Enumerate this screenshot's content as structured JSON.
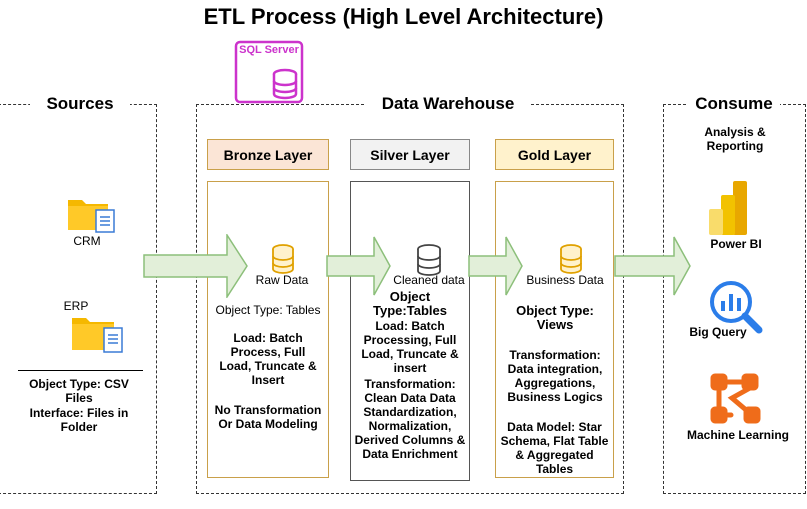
{
  "title": "ETL Process (High Level Architecture)",
  "sql_server_label": "SQL Server",
  "sources": {
    "title": "Sources",
    "crm": "CRM",
    "erp": "ERP",
    "object_type": "Object Type: CSV Files",
    "interface": "Interface: Files in Folder"
  },
  "warehouse": {
    "title": "Data Warehouse",
    "bronze": {
      "header": "Bronze Layer",
      "db_label": "Raw Data",
      "object_type": "Object Type: Tables",
      "load": "Load: Batch Process, Full Load, Truncate & Insert",
      "transformation": "No Transformation Or Data Modeling"
    },
    "silver": {
      "header": "Silver Layer",
      "db_label": "Cleaned data",
      "object_type": "Object Type:Tables",
      "load": "Load: Batch Processing, Full Load, Truncate & insert",
      "transformation": "Transformation: Clean Data Data Standardization, Normalization, Derived Columns & Data Enrichment"
    },
    "gold": {
      "header": "Gold Layer",
      "db_label": "Business Data",
      "object_type": "Object Type: Views",
      "transformation": "Transformation: Data integration, Aggregations, Business Logics",
      "data_model": "Data Model: Star Schema, Flat Table & Aggregated Tables"
    }
  },
  "consume": {
    "title": "Consume",
    "analysis": "Analysis & Reporting",
    "power_bi": "Power BI",
    "big_query": "Big Query",
    "ml": "Machine Learning"
  },
  "colors": {
    "bronze_fill": "#fbe5d6",
    "bronze_border": "#c9a04a",
    "silver_fill": "#f2f2f2",
    "silver_border": "#555555",
    "gold_fill": "#fff2cc",
    "gold_border": "#c9a04a",
    "arrow_fill": "#e2efd9",
    "arrow_border": "#8cbf7a",
    "sql_accent": "#cc33cc"
  }
}
